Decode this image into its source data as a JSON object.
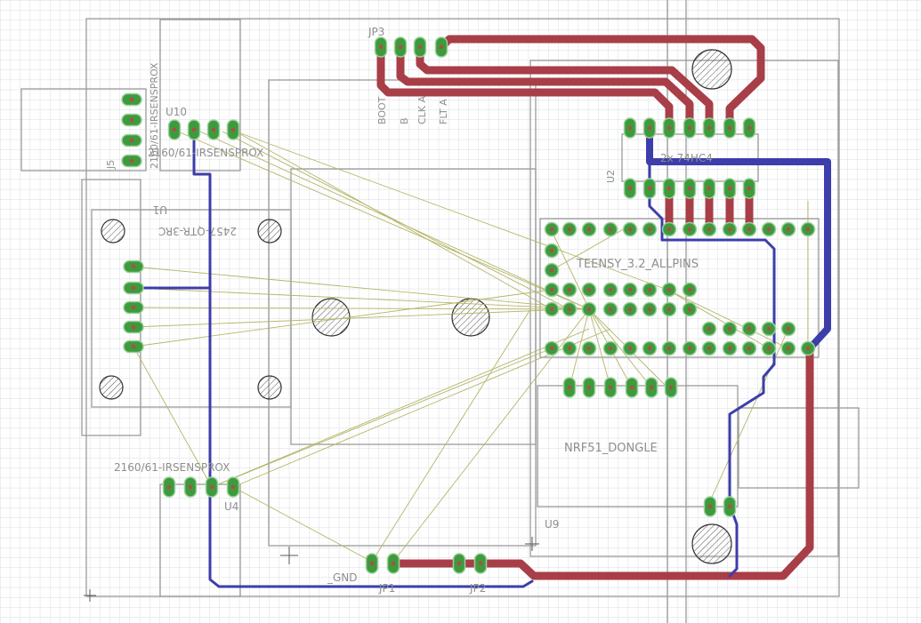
{
  "colors": {
    "grid": "#d7dbe0",
    "outline": "#9c9c9c",
    "pad": "#3d9a3d",
    "pad_edge": "#9bd19b",
    "trace_top": "#a83e47",
    "trace_bottom": "#3d3dab",
    "airwire": "#b5b567",
    "label": "#8e8e8e"
  },
  "labels": {
    "jp3": "JP3",
    "boot": "BOOT",
    "b": "B",
    "clk_a": "CLK A",
    "flt_a": "FLT A",
    "j5": "J5",
    "u10": "U10",
    "irsens_j5": "2160/61-IRSENSPROX",
    "irsens_u10": "2160/61-IRSENSPROX",
    "u1": "U1",
    "u1_part": "2457-QTR-3RC",
    "u2": "U2",
    "u2_part": "2x 74HC4",
    "teensy": "TEENSY_3.2_ALLPINS",
    "nrf": "NRF51_DONGLE",
    "u9": "U9",
    "irsens_u4": "2160/61-IRSENSPROX",
    "u4": "U4",
    "gnd": "_GND",
    "jp1": "JP1",
    "jp2": "JP2"
  }
}
